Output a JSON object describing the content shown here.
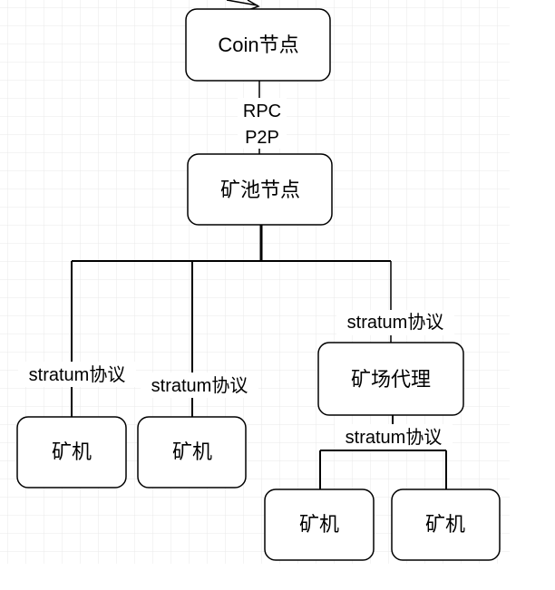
{
  "nodes": {
    "coin": "Coin节点",
    "pool": "矿池节点",
    "miner_1": "矿机",
    "miner_2": "矿机",
    "farm_proxy": "矿场代理",
    "miner_3": "矿机",
    "miner_4": "矿机"
  },
  "edges": {
    "coin_pool_line1": "RPC",
    "coin_pool_line2": "P2P",
    "pool_miner1": "stratum协议",
    "pool_miner2": "stratum协议",
    "pool_proxy": "stratum协议",
    "proxy_miners": "stratum协议"
  },
  "colors": {
    "grid": "#e6e6e6",
    "stroke": "#000000",
    "fill": "#ffffff"
  }
}
